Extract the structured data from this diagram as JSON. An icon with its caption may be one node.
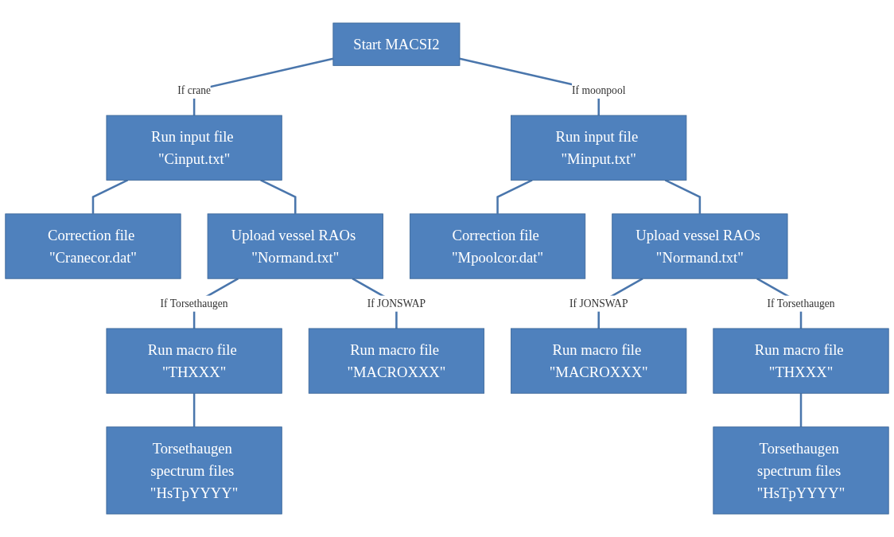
{
  "diagram": {
    "nodes": [
      {
        "text": [
          "Start MACSI2"
        ]
      },
      {
        "text": [
          "Correction file \"Cranecor.dat\""
        ]
      },
      {
        "text": [
          "Run input file \"Cinput.txt\""
        ]
      },
      {
        "text": [
          "Run input file \"Minput.txt\""
        ]
      },
      {
        "text": [
          "Correction file \"Mpoolcor.dat\""
        ]
      },
      {
        "text": [
          "Upload vessel RAOs \"Normand.txt\""
        ]
      },
      {
        "text": [
          "Upload vessel RAOs \"Normand.txt\""
        ]
      },
      {
        "text": [
          "Run macro file \"THXXX\""
        ]
      },
      {
        "text": [
          "Run macro file \"MACROXXX\""
        ]
      },
      {
        "text": [
          "Run macro file \"MACROXXX\""
        ]
      },
      {
        "text": [
          "Run macro file \"THXXX\""
        ]
      },
      {
        "text": [
          "Torsethaugen spectrum files \"HsTpYYYY\""
        ]
      },
      {
        "text": [
          "Torsethaugen spectrum files \"HsTpYYYY\""
        ]
      }
    ],
    "edges": [
      {
        "from": 0,
        "to": 2,
        "arrow": "none",
        "label": "If crane"
      },
      {
        "from": 0,
        "to": 3,
        "arrow": "none",
        "label": "If moonpool"
      },
      {
        "from": 1,
        "to": 2,
        "arrow": "none"
      },
      {
        "from": 3,
        "to": 4,
        "arrow": "none"
      },
      {
        "from": 2,
        "to": 5,
        "arrow": "none"
      },
      {
        "from": 3,
        "to": 6,
        "arrow": "none"
      },
      {
        "from": 5,
        "to": 7,
        "arrow": "none",
        "label": "If Torsethaugen"
      },
      {
        "from": 5,
        "to": 8,
        "arrow": "none",
        "label": "If JONSWAP"
      },
      {
        "from": 6,
        "to": 9,
        "arrow": "none",
        "label": "If JONSWAP"
      },
      {
        "from": 6,
        "to": 10,
        "arrow": "none",
        "label": "If Torsethaugen"
      },
      {
        "from": 7,
        "to": 11,
        "arrow": "none"
      },
      {
        "from": 10,
        "to": 12,
        "arrow": "none"
      }
    ]
  }
}
